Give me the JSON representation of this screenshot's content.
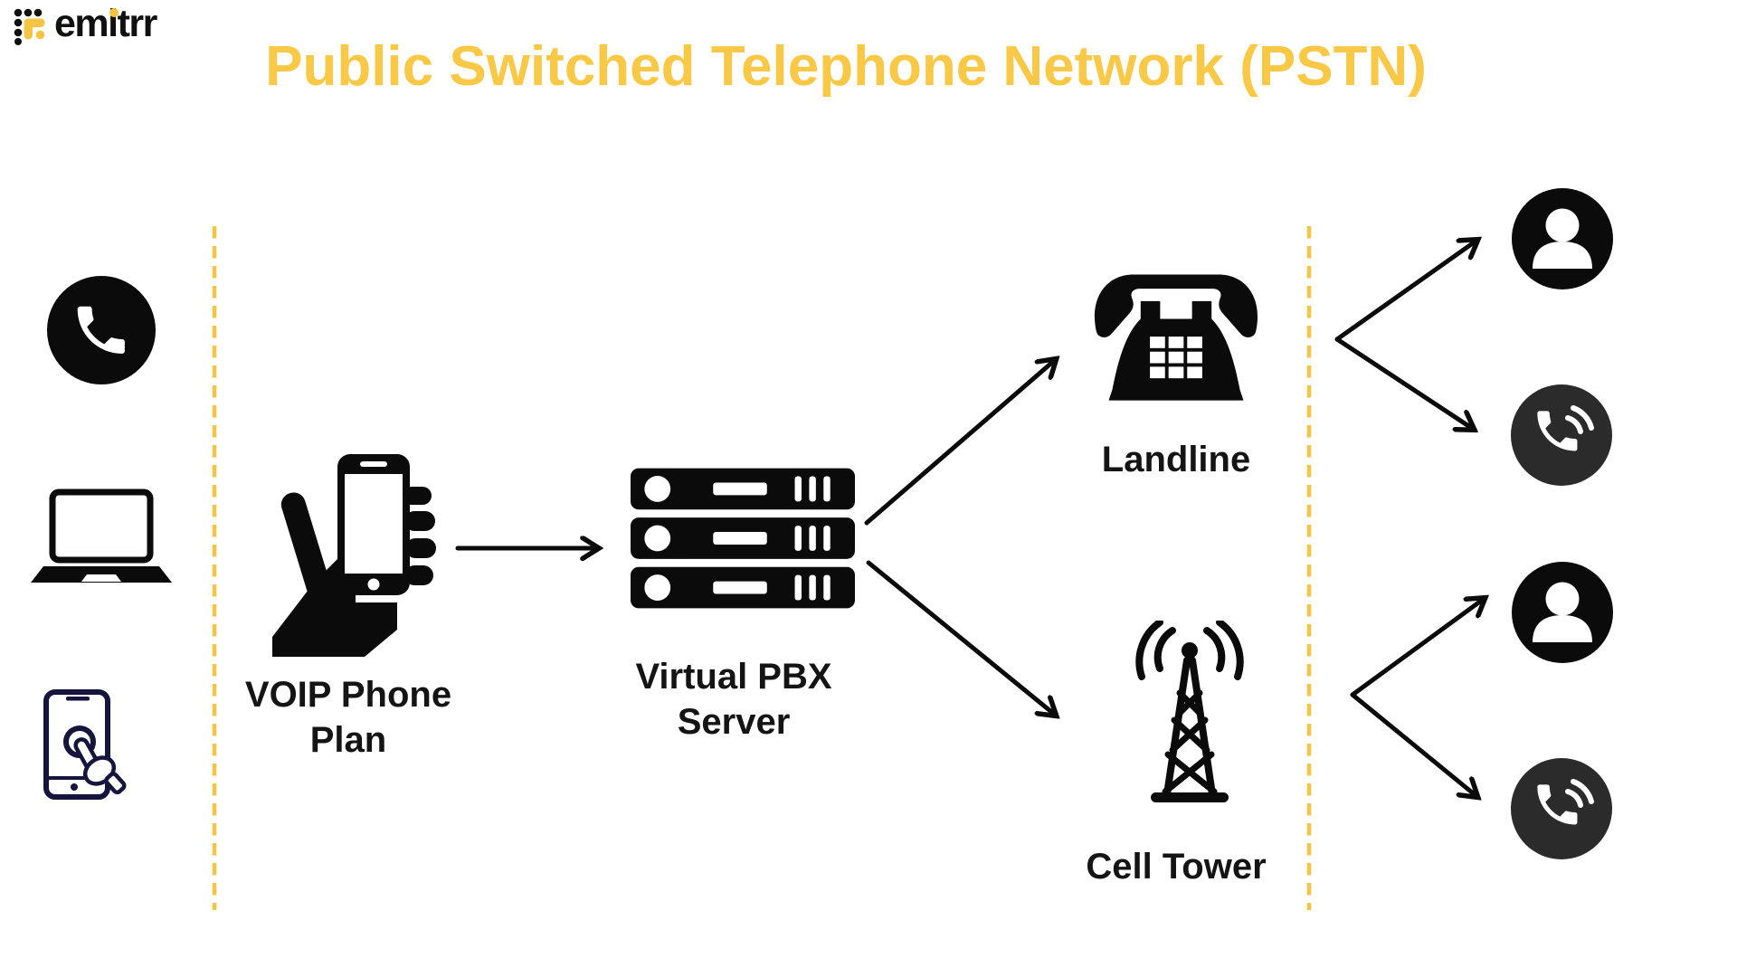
{
  "logo": {
    "brand": "emitrr",
    "icon": "emitrr-dots-logo-icon"
  },
  "title": "Public Switched Telephone Network (PSTN)",
  "colors": {
    "accent_yellow": "#F8C846",
    "dashed_divider_yellow": "#F5C443",
    "ink_black": "#0B0B0B",
    "endpoint_call_circle_gray": "#2B2B2B",
    "touch_phone_navy": "#14143C"
  },
  "left_panel": {
    "devices": [
      {
        "icon": "phone-call-circle-icon"
      },
      {
        "icon": "laptop-icon"
      },
      {
        "icon": "touch-phone-icon"
      }
    ]
  },
  "flow": {
    "voip": {
      "label": "VOIP Phone\nPlan",
      "icon": "hand-holding-phone-icon"
    },
    "pbx": {
      "label": "Virtual PBX\nServer",
      "icon": "server-stack-icon"
    },
    "landline": {
      "label": "Landline",
      "icon": "rotary-telephone-icon"
    },
    "cell_tower": {
      "label": "Cell Tower",
      "icon": "cell-tower-icon"
    }
  },
  "endpoints": {
    "from_landline": [
      {
        "icon": "person-circle-icon"
      },
      {
        "icon": "phone-call-circle-icon"
      }
    ],
    "from_cell_tower": [
      {
        "icon": "person-circle-icon"
      },
      {
        "icon": "phone-call-circle-icon"
      }
    ]
  }
}
